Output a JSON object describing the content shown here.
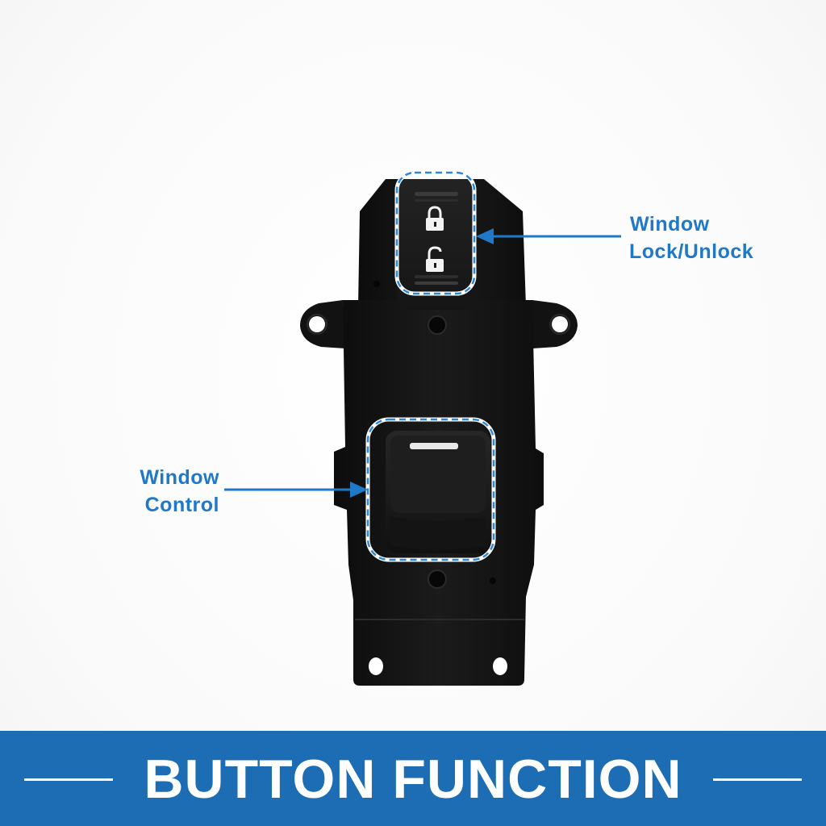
{
  "callouts": {
    "lock": {
      "line1": "Window",
      "line2": "Lock/Unlock"
    },
    "control": {
      "line1": "Window",
      "line2": "Control"
    }
  },
  "banner": {
    "title": "BUTTON FUNCTION"
  },
  "colors": {
    "accent": "#1f78c8",
    "banner": "#1c6db3",
    "product": "#141414",
    "background": "#ffffff"
  },
  "icons": {
    "upper_switch": "lock-icon",
    "lower_switch": "unlock-icon"
  }
}
